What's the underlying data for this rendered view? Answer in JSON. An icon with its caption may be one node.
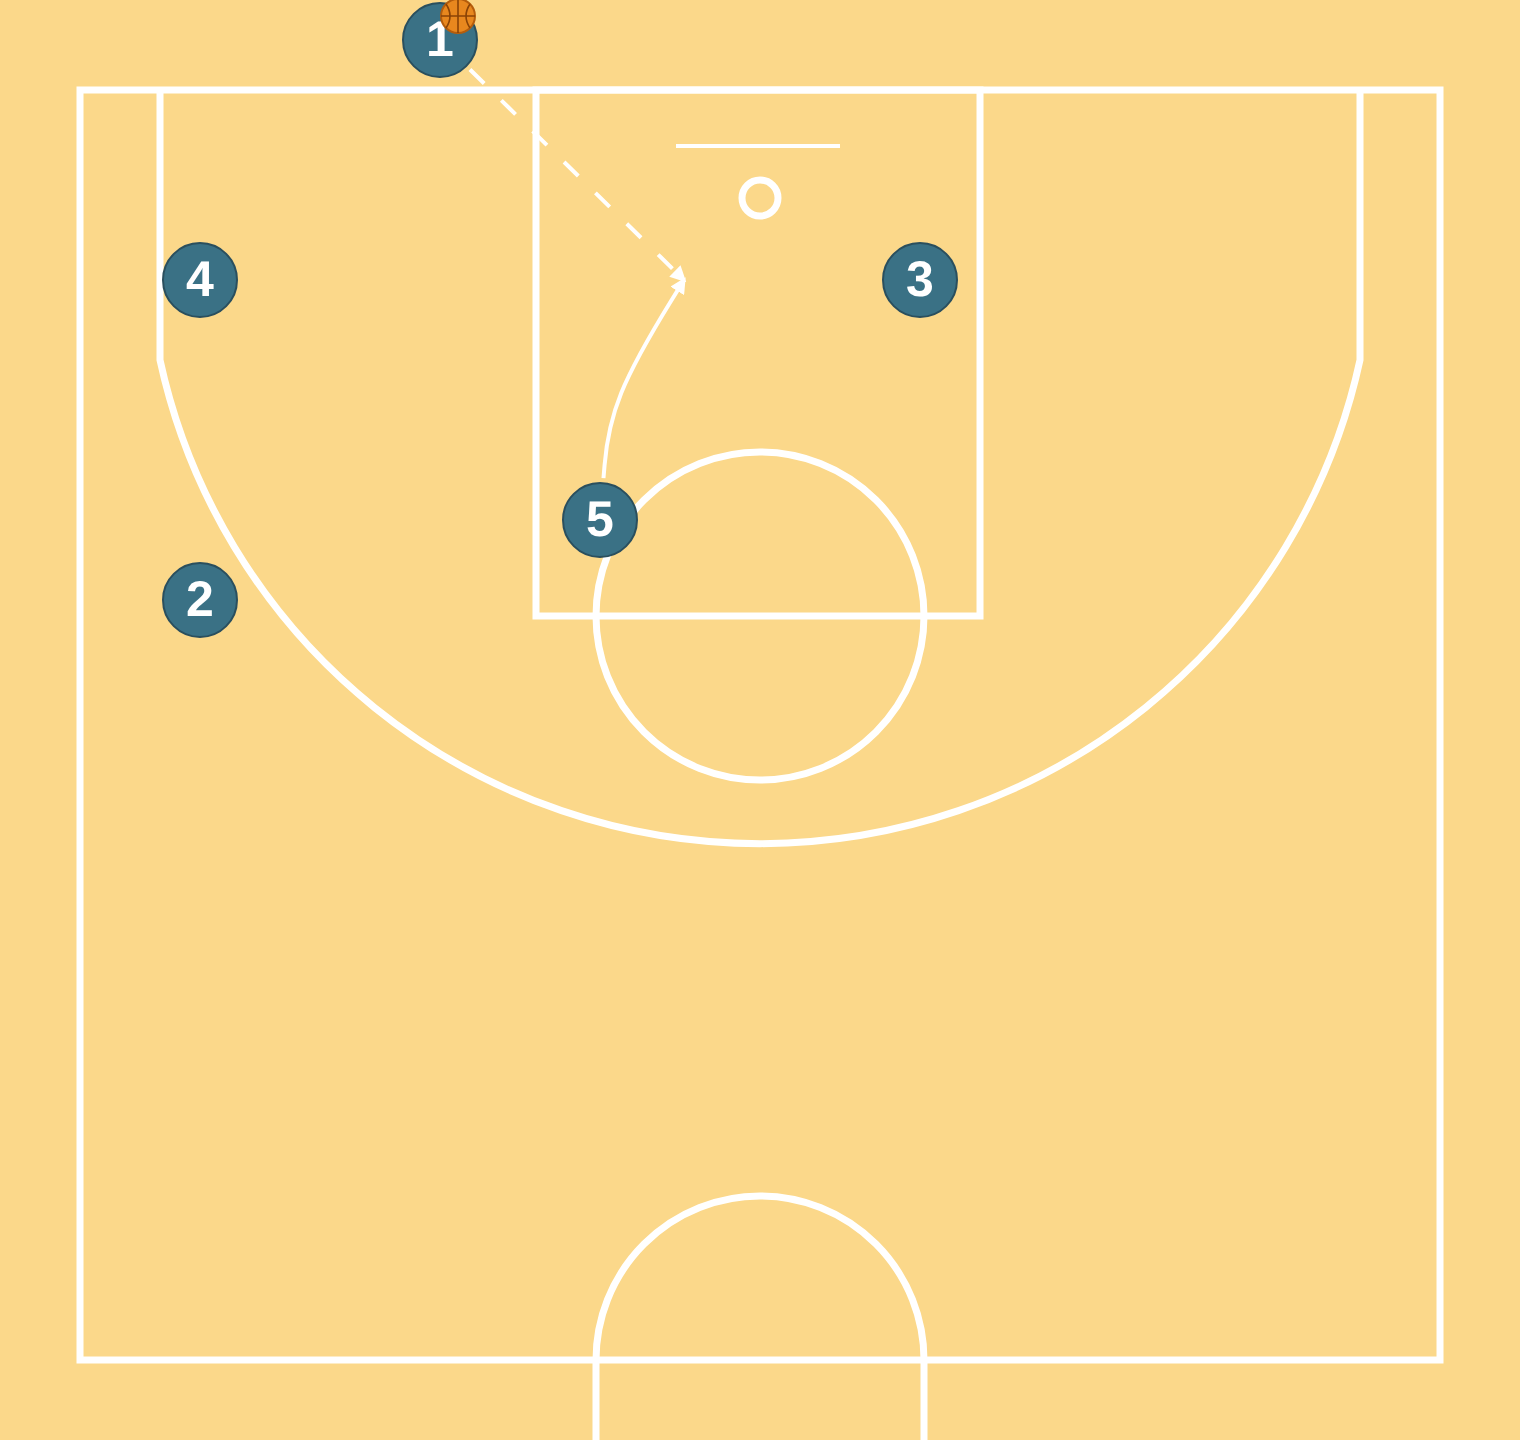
{
  "diagram": {
    "nodes": [
      {
        "text": [
          "1"
        ]
      },
      {
        "text": [
          "4"
        ]
      },
      {
        "text": [
          "3"
        ]
      },
      {
        "text": [
          "5"
        ]
      },
      {
        "text": [
          "2"
        ]
      }
    ],
    "edges": [
      {
        "from": 0,
        "to": null,
        "arrow": "to",
        "style": "dashed"
      },
      {
        "from": 3,
        "to": null,
        "arrow": "to"
      }
    ]
  }
}
